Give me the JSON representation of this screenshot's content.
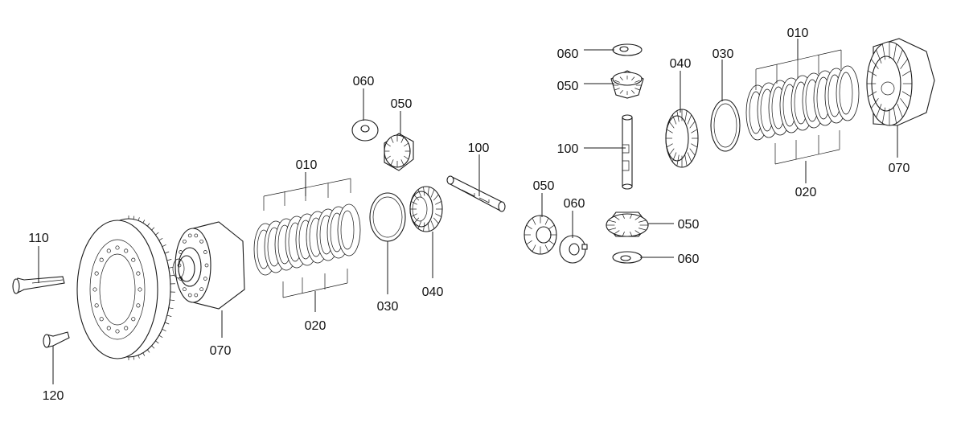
{
  "callouts": [
    {
      "id": "c-010-left",
      "label": "010"
    },
    {
      "id": "c-020-left",
      "label": "020"
    },
    {
      "id": "c-030-left",
      "label": "030"
    },
    {
      "id": "c-040-left",
      "label": "040"
    },
    {
      "id": "c-050-left-top",
      "label": "050"
    },
    {
      "id": "c-050-center",
      "label": "050"
    },
    {
      "id": "c-060-left-top",
      "label": "060"
    },
    {
      "id": "c-060-center",
      "label": "060"
    },
    {
      "id": "c-070-left",
      "label": "070"
    },
    {
      "id": "c-100-center",
      "label": "100"
    },
    {
      "id": "c-110",
      "label": "110"
    },
    {
      "id": "c-120",
      "label": "120"
    },
    {
      "id": "c-060-right-top",
      "label": "060"
    },
    {
      "id": "c-050-right-top",
      "label": "050"
    },
    {
      "id": "c-100-right",
      "label": "100"
    },
    {
      "id": "c-050-right-bottom",
      "label": "050"
    },
    {
      "id": "c-060-right-bottom",
      "label": "060"
    },
    {
      "id": "c-040-right",
      "label": "040"
    },
    {
      "id": "c-030-right",
      "label": "030"
    },
    {
      "id": "c-010-right",
      "label": "010"
    },
    {
      "id": "c-020-right",
      "label": "020"
    },
    {
      "id": "c-070-right",
      "label": "070"
    }
  ]
}
